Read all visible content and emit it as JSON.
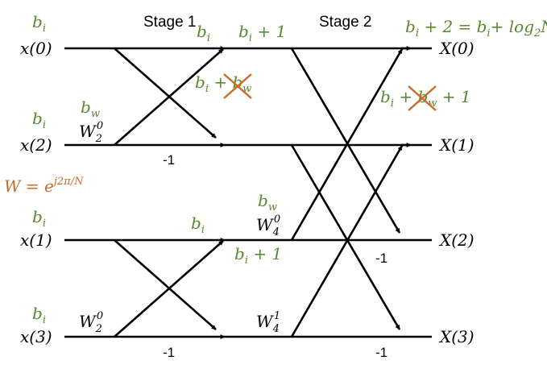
{
  "stages": {
    "stage1": "Stage 1",
    "stage2": "Stage 2"
  },
  "inputs": {
    "x0": "x(0)",
    "x2": "x(2)",
    "x1": "x(1)",
    "x3": "x(3)"
  },
  "outputs": {
    "X0": "X(0)",
    "X1": "X(1)",
    "X2": "X(2)",
    "X3": "X(3)"
  },
  "twiddles": {
    "w2_top": "0",
    "w2_bottom": "0",
    "w4_0": "0",
    "w4_1": "1"
  },
  "multipliers": {
    "neg_stage1_top": "-1",
    "neg_stage1_bottom": "-1",
    "neg_stage2_x2": "-1",
    "neg_stage2_x3": "-1"
  },
  "twiddle_definition": {
    "lhs": "W = e",
    "exponent": "j2π/N"
  },
  "bitwidth": {
    "sub_i": "i",
    "sub_w": "w",
    "plus_one": " + 1",
    "plus_two_eq": " + 2 = ",
    "plus": " + ",
    "log2n_pre": "+ log",
    "log_base": "2",
    "log_arg": "N"
  },
  "colors": {
    "bitwidth_annotation": "#5a8a2e",
    "removed_mark": "#c86c28",
    "definition": "#c86c28",
    "lines": "#000000"
  }
}
